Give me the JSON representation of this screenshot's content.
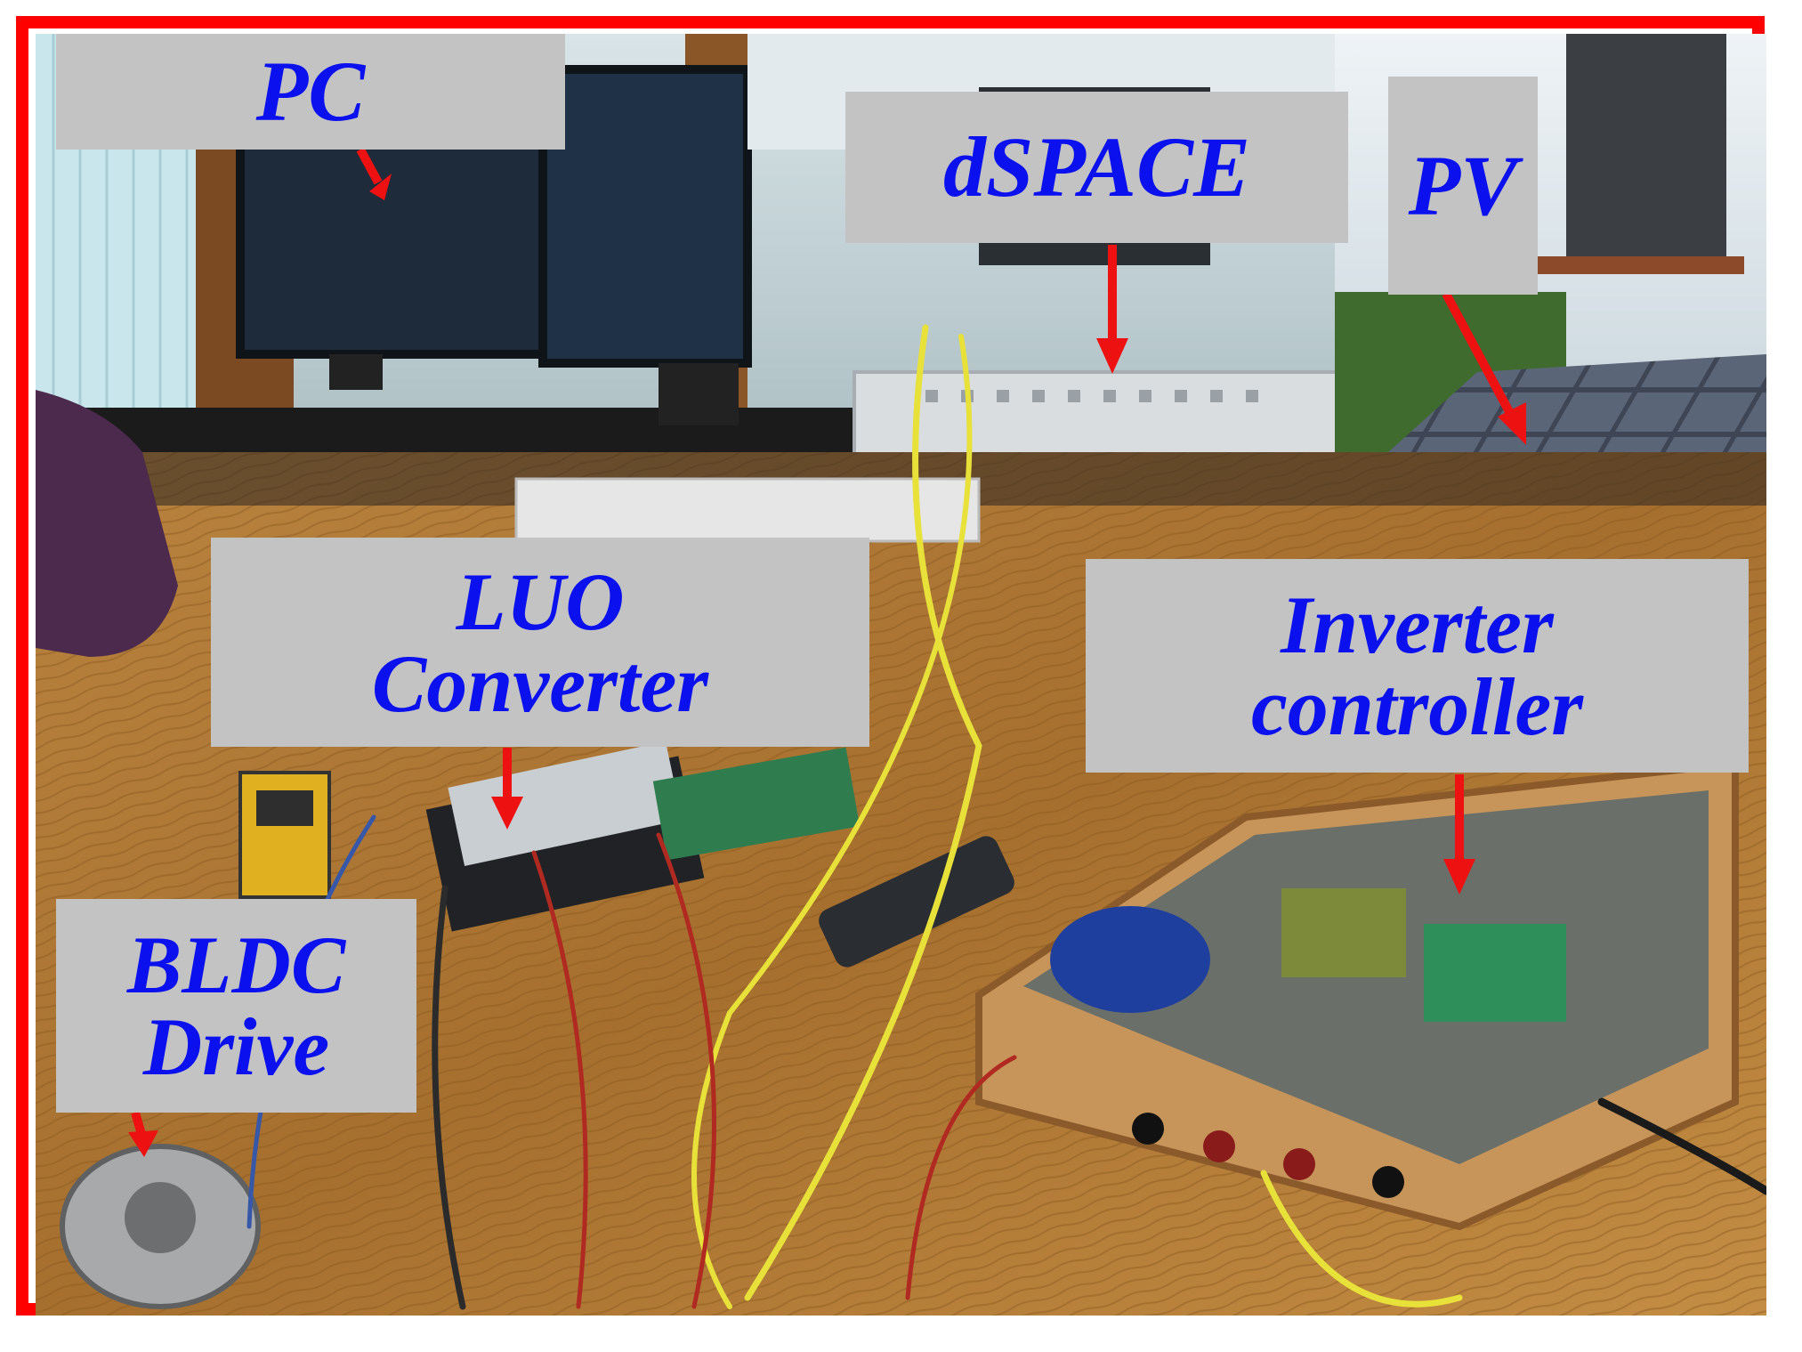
{
  "image": {
    "description_free": true,
    "frame_color": "#ff0000",
    "label_background": "#c3c3c3",
    "label_text_color": "#0b10ee",
    "arrow_color": "#ee1111"
  },
  "labels": {
    "pc": "PC",
    "dspace": "dSPACE",
    "pv": "PV",
    "luo_line1": "LUO",
    "luo_line2": "Converter",
    "inverter_line1": "Inverter",
    "inverter_line2": "controller",
    "bldc_line1": "BLDC",
    "bldc_line2": "Drive"
  }
}
